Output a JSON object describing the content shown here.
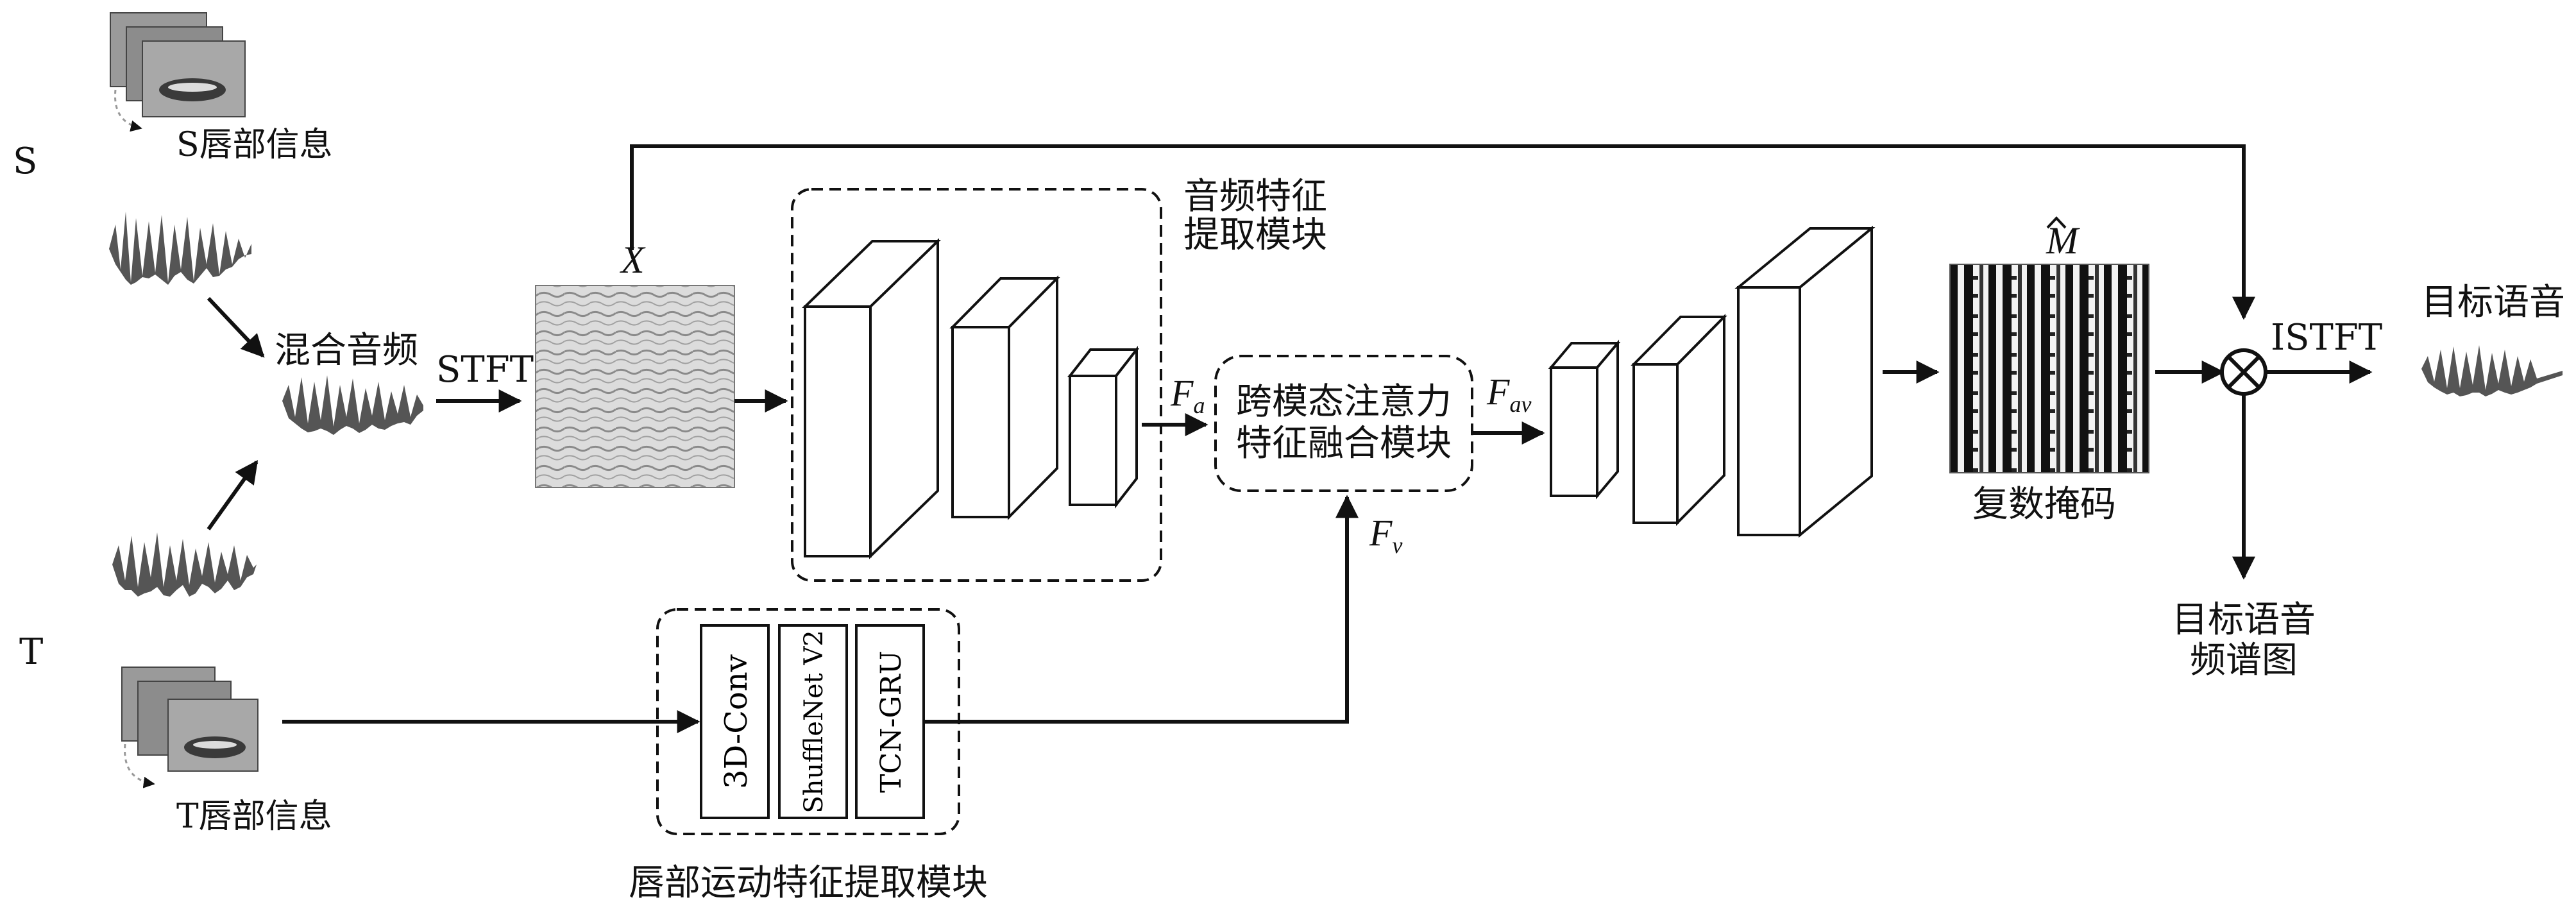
{
  "speaker_s": {
    "letter": "S",
    "lip_info": "S唇部信息"
  },
  "speaker_t": {
    "letter": "T",
    "lip_info": "T唇部信息"
  },
  "mixed_audio": "混合音频",
  "stft": "STFT",
  "x_label": "X",
  "audio_feature_module": {
    "line1": "音频特征",
    "line2": "提取模块"
  },
  "fa_label": "F",
  "fa_sub": "a",
  "fusion_module": {
    "line1": "跨模态注意力",
    "line2": "特征融合模块"
  },
  "fav_label": "F",
  "fav_sub": "av",
  "fv_label": "F",
  "fv_sub": "v",
  "lip_module": {
    "blocks": [
      "3D-Conv",
      "ShuffleNet V2",
      "TCN-GRU"
    ],
    "title": "唇部运动特征提取模块"
  },
  "mask_label": "M",
  "complex_mask": "复数掩码",
  "istft": "ISTFT",
  "target_speech": "目标语音",
  "target_spectrogram": {
    "line1": "目标语音",
    "line2": "频谱图"
  },
  "colors": {
    "ink": "#111111",
    "spectrogram_bg": "#d9d9d9",
    "mask_dark": "#0d0d0d"
  }
}
